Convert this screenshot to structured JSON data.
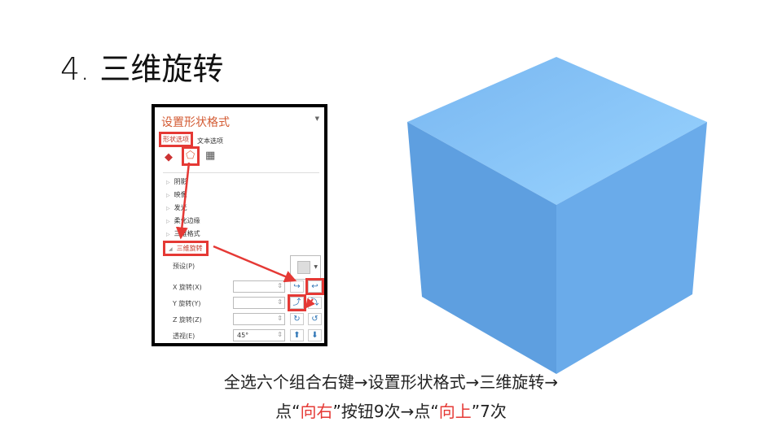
{
  "slide": {
    "title": "4. 三维旋转"
  },
  "panel": {
    "title": "设置形状格式",
    "tabs": [
      "形状选项",
      "文本选项"
    ],
    "sections": [
      "阴影",
      "映像",
      "发光",
      "柔化边缘",
      "三维格式",
      "三维旋转"
    ],
    "fields": {
      "preset": "预设(P)",
      "x": {
        "label": "X 旋转(X)",
        "value": ""
      },
      "y": {
        "label": "Y 旋转(Y)",
        "value": ""
      },
      "z": {
        "label": "Z 旋转(Z)",
        "value": ""
      },
      "perspective": {
        "label": "透视(E)",
        "value": "45°"
      }
    }
  },
  "caption": {
    "line1": "全选六个组合右键→设置形状格式→三维旋转→",
    "line2_a": "点“",
    "line2_b": "向右",
    "line2_c": "”按钮9次→点“",
    "line2_d": "向上",
    "line2_e": "”7次"
  },
  "colors": {
    "accent": "#e53935",
    "cube_top": "#7fbff5",
    "cube_left": "#5c9ee0",
    "cube_right": "#6aaae8"
  }
}
